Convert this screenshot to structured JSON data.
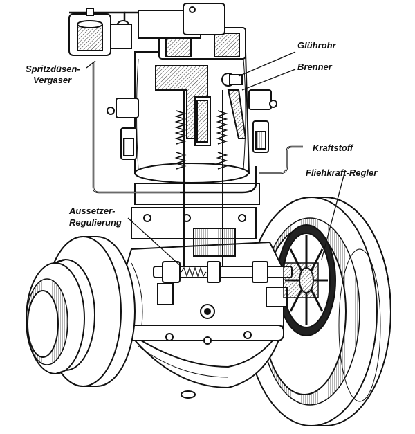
{
  "labels": {
    "spritzduesen_line1": "Spritzdüsen-",
    "spritzduesen_line2": "Vergaser",
    "gluehrohr": "Glührohr",
    "brenner": "Brenner",
    "kraftstoff": "Kraftstoff",
    "fliehkraft": "Fliehkraft-Regler",
    "aussetzer_line1": "Aussetzer-",
    "aussetzer_line2": "Regulierung"
  },
  "colors": {
    "ink": "#111111",
    "paper": "#ffffff",
    "hatch": "#333333"
  }
}
